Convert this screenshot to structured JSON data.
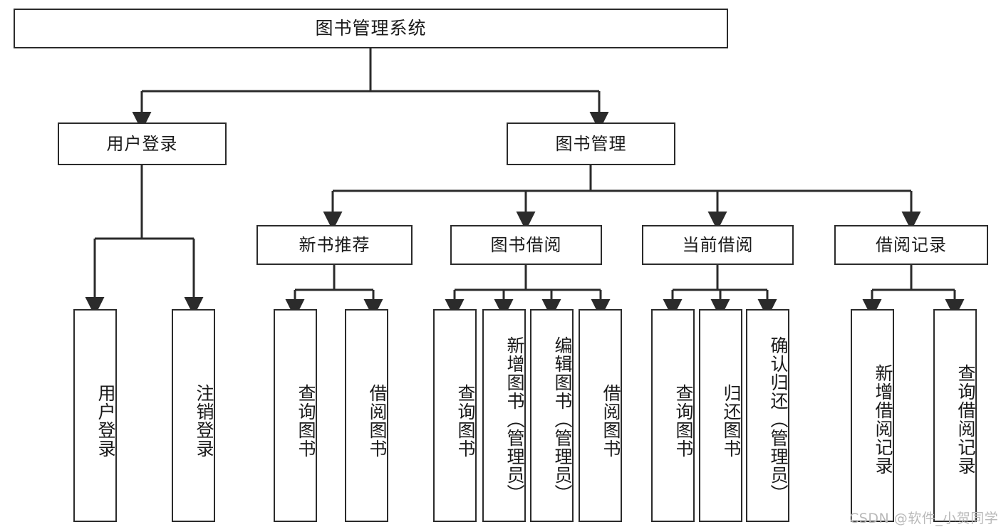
{
  "diagram": {
    "type": "tree",
    "title": "图书管理系统",
    "orientation": "top-down",
    "colors": {
      "stroke": "#2b2b2b",
      "fill": "#ffffff",
      "background": "#ffffff",
      "watermark": "#b9b9b9"
    },
    "root": {
      "label": "图书管理系统"
    },
    "level1": [
      {
        "id": "user-login",
        "label": "用户登录"
      },
      {
        "id": "book-manage",
        "label": "图书管理"
      }
    ],
    "level2": [
      {
        "id": "new-book-recommend",
        "label": "新书推荐",
        "parent": "book-manage"
      },
      {
        "id": "book-borrow",
        "label": "图书借阅",
        "parent": "book-manage"
      },
      {
        "id": "current-borrow",
        "label": "当前借阅",
        "parent": "book-manage"
      },
      {
        "id": "borrow-record",
        "label": "借阅记录",
        "parent": "book-manage"
      }
    ],
    "leaves": {
      "user-login": [
        {
          "id": "leaf-user-login",
          "label": "用户登录"
        },
        {
          "id": "leaf-logout",
          "label": "注销登录"
        }
      ],
      "new-book-recommend": [
        {
          "id": "leaf-query-book-1",
          "label": "查询图书"
        },
        {
          "id": "leaf-borrow-book-1",
          "label": "借阅图书"
        }
      ],
      "book-borrow": [
        {
          "id": "leaf-query-book-2",
          "label": "查询图书"
        },
        {
          "id": "leaf-add-book",
          "label": "新增图书（管理员）"
        },
        {
          "id": "leaf-edit-book",
          "label": "编辑图书（管理员）"
        },
        {
          "id": "leaf-borrow-book-2",
          "label": "借阅图书"
        }
      ],
      "current-borrow": [
        {
          "id": "leaf-query-book-3",
          "label": "查询图书"
        },
        {
          "id": "leaf-return-book",
          "label": "归还图书"
        },
        {
          "id": "leaf-confirm-return",
          "label": "确认归还（管理员）"
        }
      ],
      "borrow-record": [
        {
          "id": "leaf-add-record",
          "label": "新增借阅记录"
        },
        {
          "id": "leaf-query-record",
          "label": "查询借阅记录"
        }
      ]
    },
    "watermark": "CSDN @软件_小贺同学"
  }
}
